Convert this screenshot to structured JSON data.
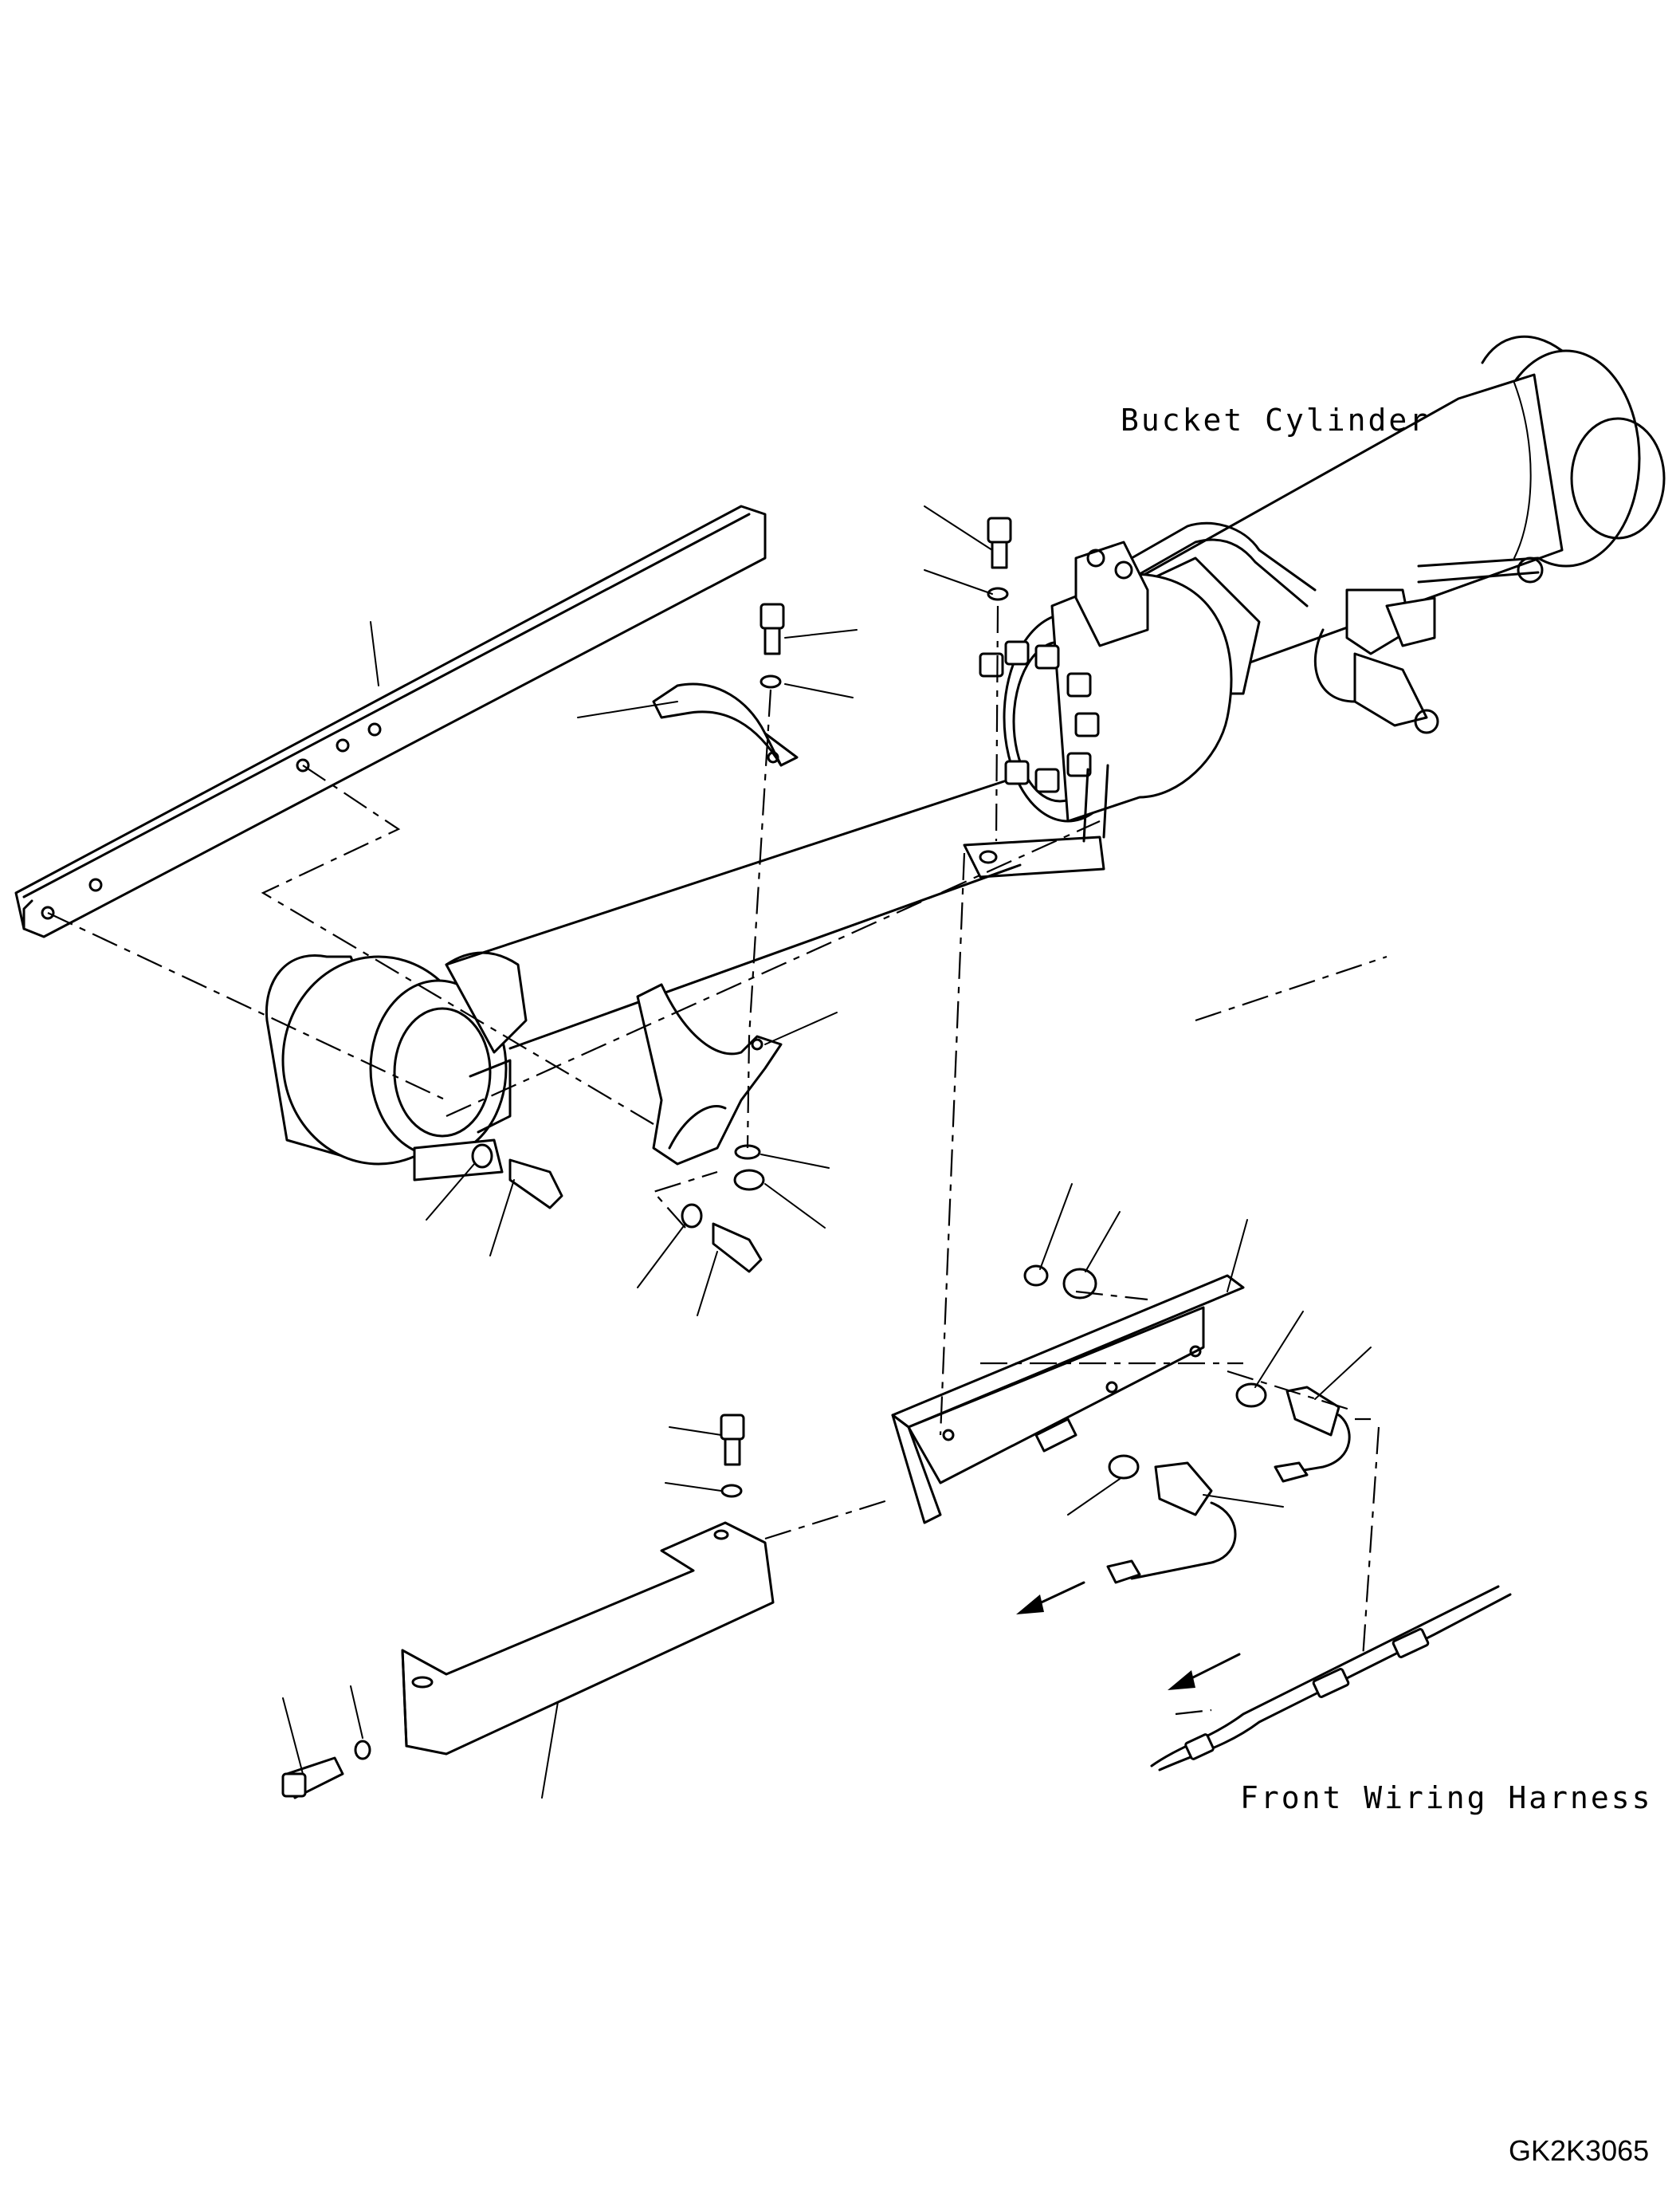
{
  "labels": {
    "bucket_cylinder": "Bucket Cylinder",
    "front_wiring_harness": "Front Wiring Harness",
    "drawing_code": "GK2K3065"
  }
}
